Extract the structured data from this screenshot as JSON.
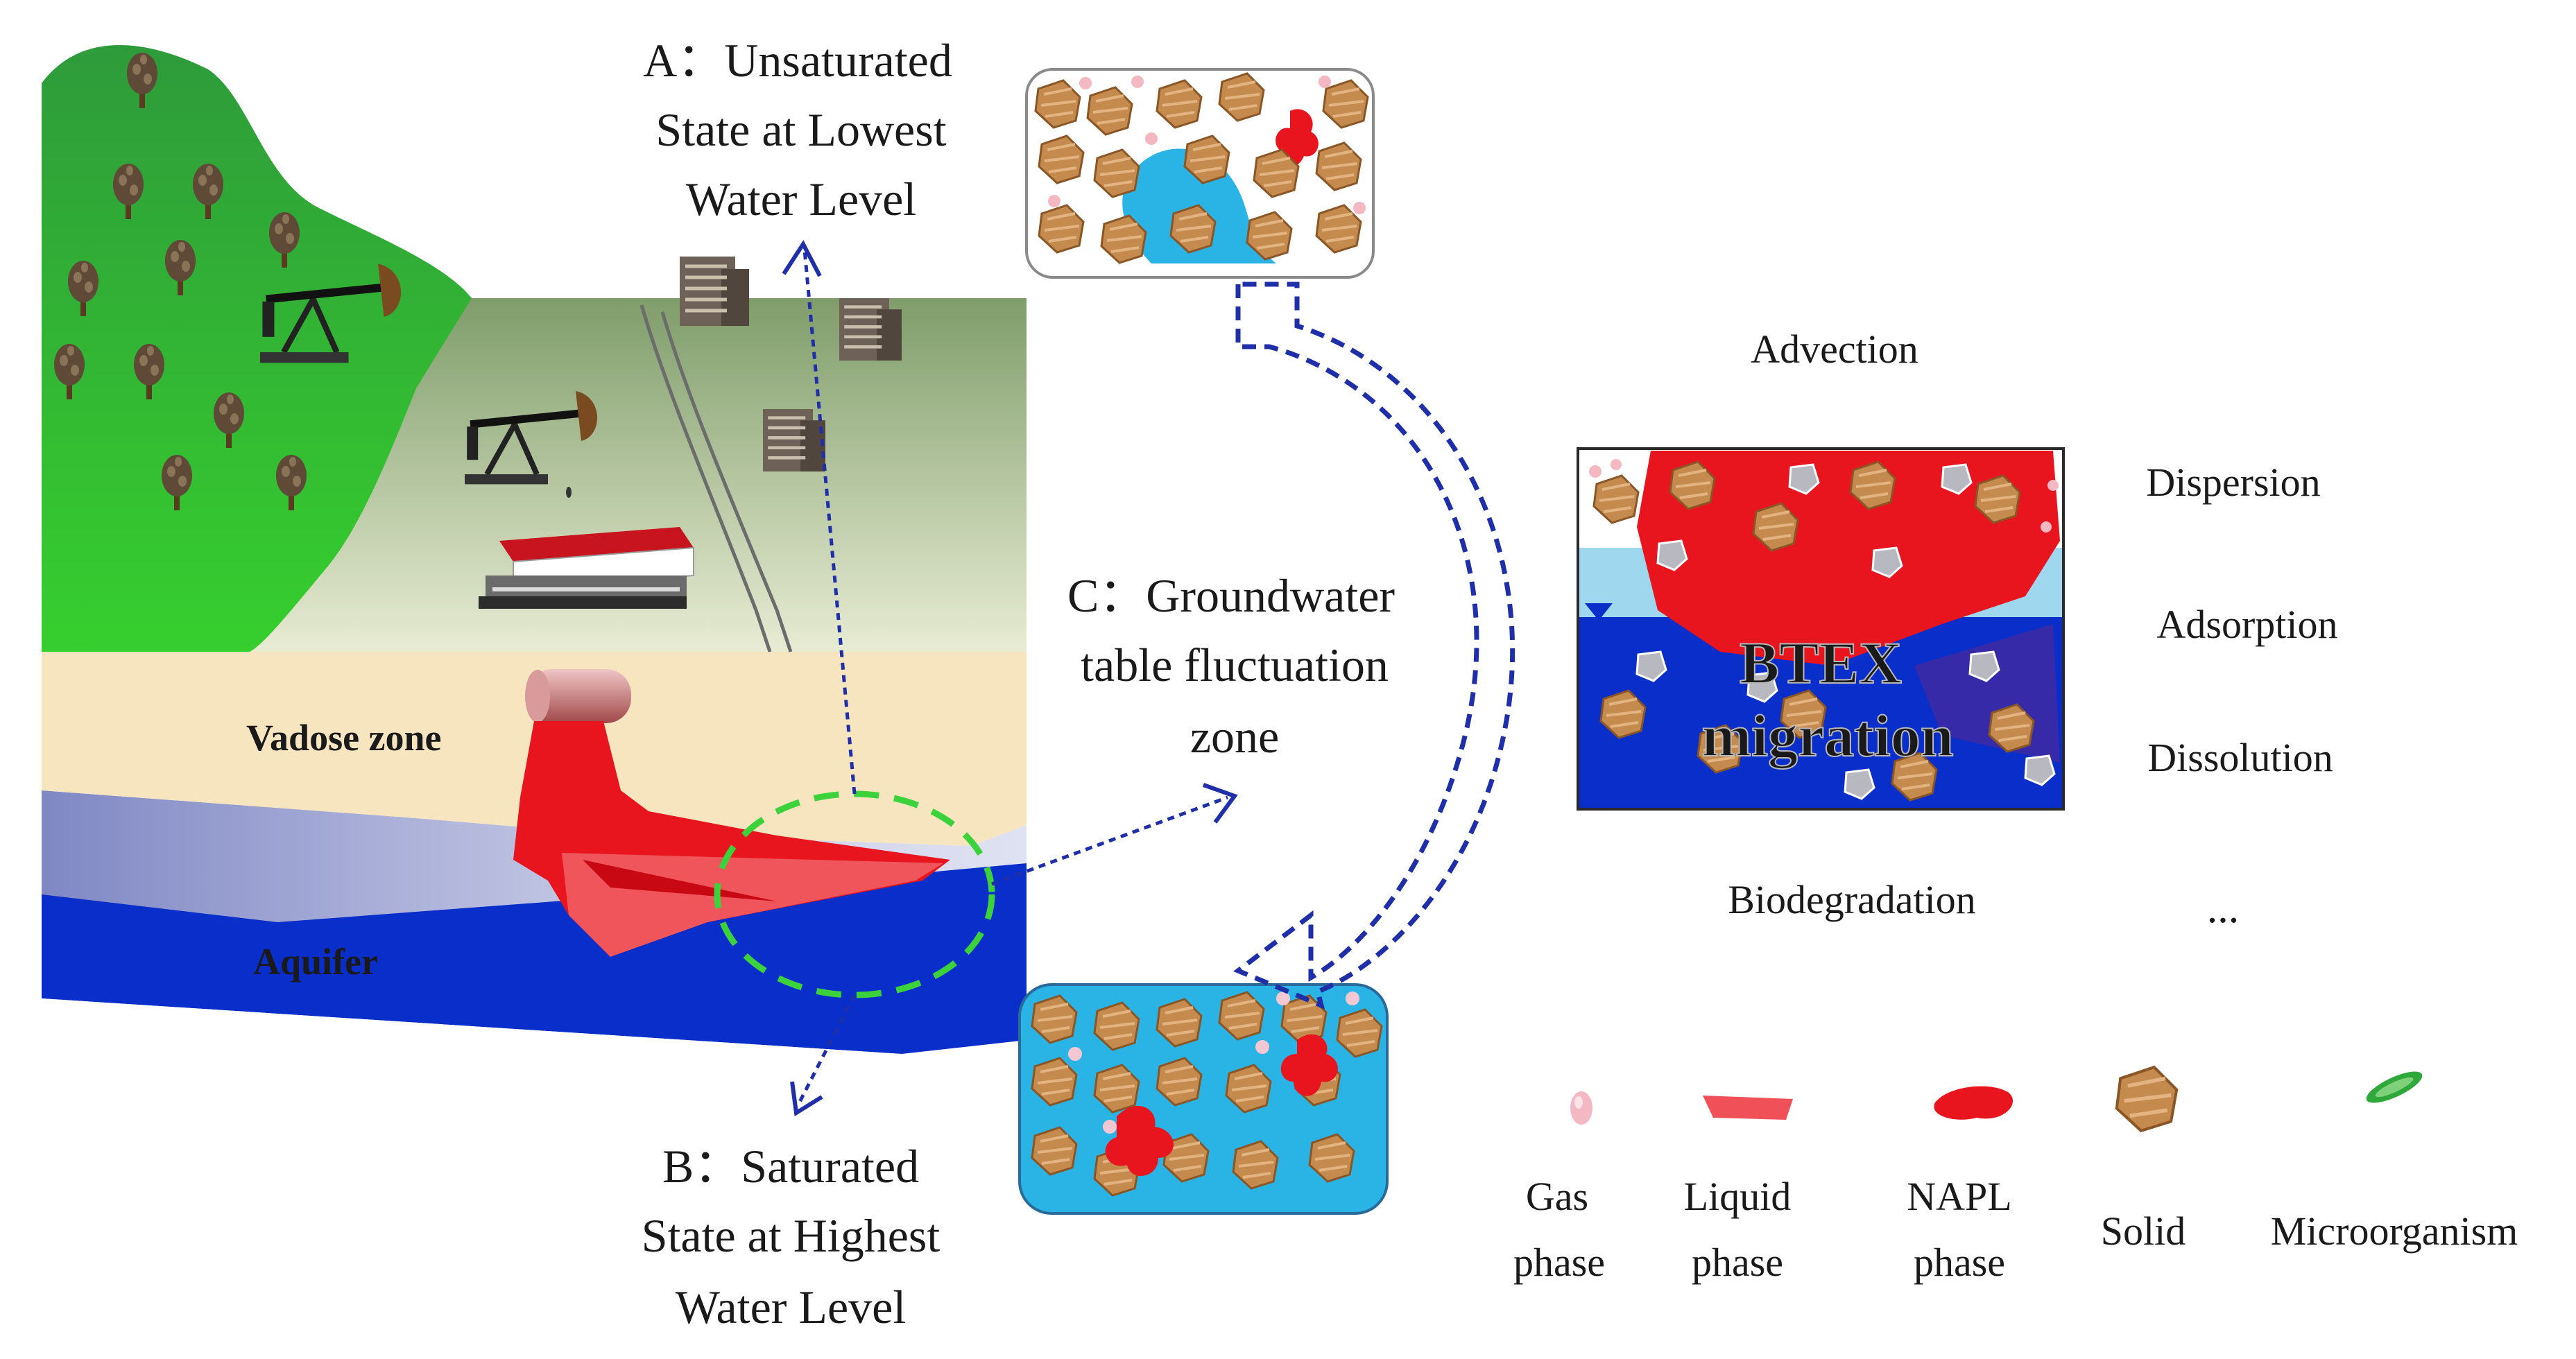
{
  "scene": {
    "vadose_label": "Vadose zone",
    "aquifer_label": "Aquifer"
  },
  "callouts": {
    "a": [
      "A：Unsaturated",
      "State at Lowest",
      "Water Level"
    ],
    "b": [
      "B：Saturated",
      "State at Highest",
      "Water Level"
    ],
    "c": [
      "C：Groundwater",
      "table fluctuation",
      "zone"
    ]
  },
  "processes": {
    "advection": "Advection",
    "dispersion": "Dispersion",
    "adsorption": "Adsorption",
    "dissolution": "Dissolution",
    "biodegradation": "Biodegradation",
    "more": "...",
    "core_line1": "BTEX",
    "core_line2": "migration"
  },
  "legend": [
    {
      "line1": "Gas",
      "line2": "phase",
      "icon": "gas-bubble-icon"
    },
    {
      "line1": "Liquid",
      "line2": "phase",
      "icon": "liquid-patch-icon"
    },
    {
      "line1": "NAPL",
      "line2": "phase",
      "icon": "napl-blob-icon"
    },
    {
      "line1": "Solid",
      "line2": "",
      "icon": "soil-grain-icon"
    },
    {
      "line1": "Microorganism",
      "line2": "",
      "icon": "microorganism-icon"
    }
  ],
  "colors": {
    "hill": "#2fa83a",
    "ground_surface": "#9fb886",
    "vadose": "#f7e5c0",
    "aquifer": "#0a2ec9",
    "fluctuation_band": "#b9c1e0",
    "napl": "#e8141e",
    "liquid": "#f05058",
    "water": "#2ab4e6",
    "grain": "#c58a4e",
    "dashed_circle": "#3bd23b",
    "arrow": "#1f2fa8"
  }
}
